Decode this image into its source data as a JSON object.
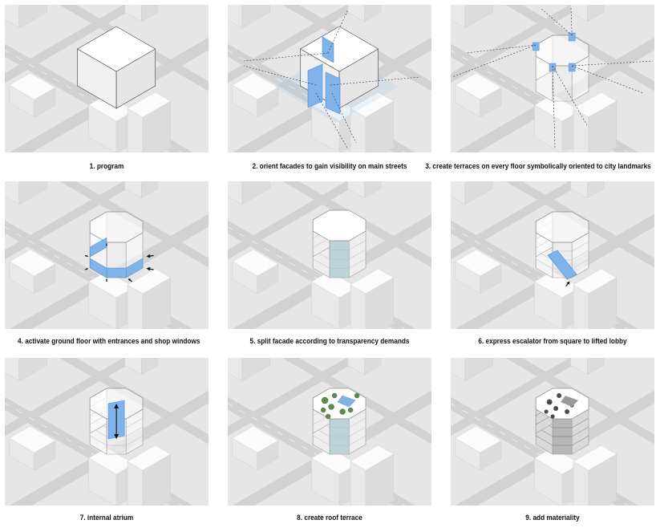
{
  "steps": [
    {
      "caption": "1. program",
      "feature": "massing-box"
    },
    {
      "caption": "2. orient facades to gain visibility on main streets",
      "feature": "oriented-facades"
    },
    {
      "caption": "3. create terraces on every floor symbolically oriented to city landmarks",
      "feature": "landmark-terraces"
    },
    {
      "caption": "4. activate ground floor with entrances and shop windows",
      "feature": "ground-entrances"
    },
    {
      "caption": "5. split facade according to transparency demands",
      "feature": "split-facade"
    },
    {
      "caption": "6. express escalator from square to lifted lobby",
      "feature": "escalator"
    },
    {
      "caption": "7. internal atrium",
      "feature": "atrium"
    },
    {
      "caption": "8. create roof terrace",
      "feature": "roof-terrace"
    },
    {
      "caption": "9. add materiality",
      "feature": "materiality"
    }
  ],
  "colors": {
    "ground": "#e6e6e6",
    "road": "#d2d2d2",
    "block_top": "#fbfbfb",
    "block_left": "#e9e9e9",
    "block_right": "#dcdcdc",
    "highlight": "#7fb3ea",
    "highlight_dark": "#4a8fd8",
    "greenery": "#5e8a4e"
  }
}
